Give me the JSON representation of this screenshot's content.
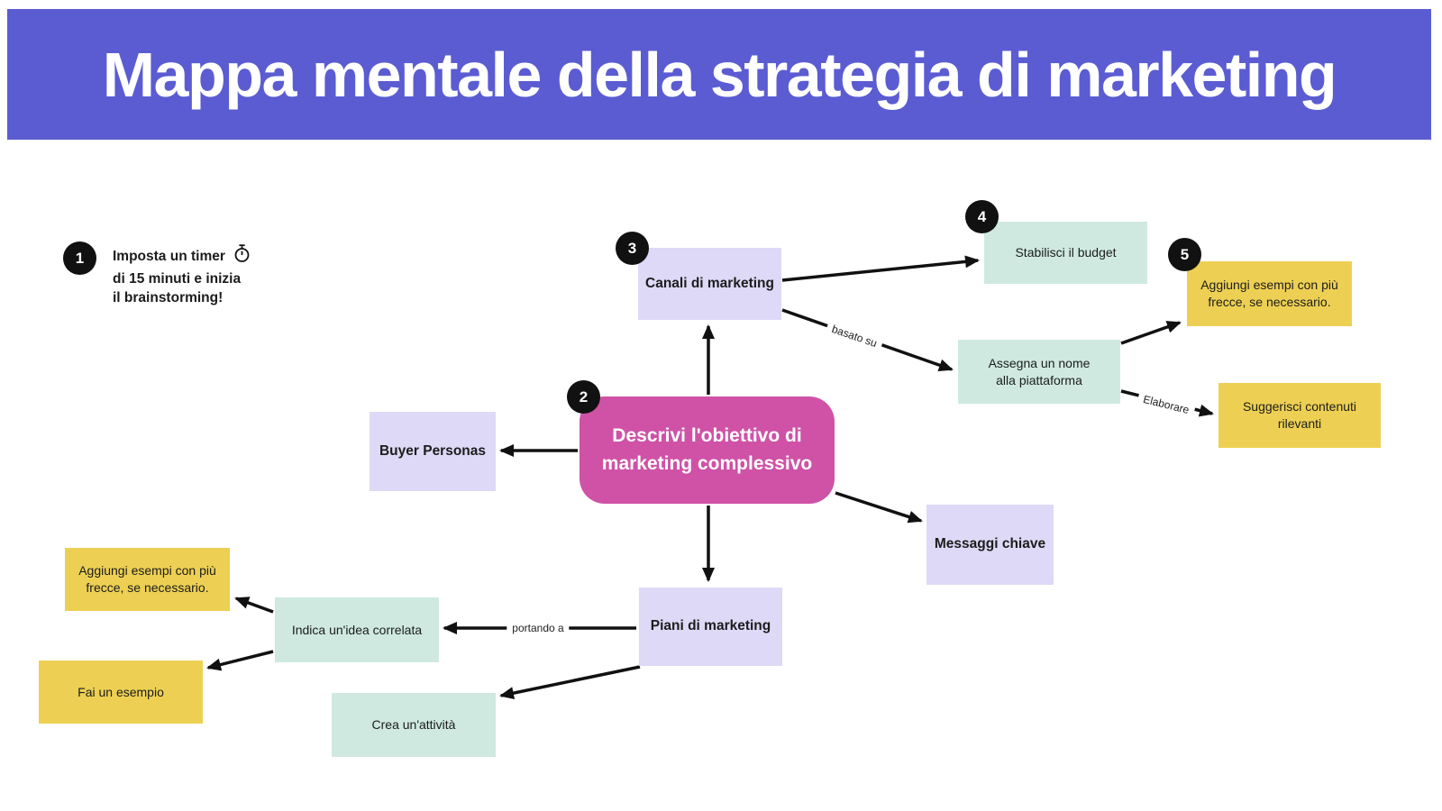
{
  "header": {
    "title": "Mappa mentale della strategia di marketing"
  },
  "colors": {
    "banner_purple": "#5b5cd2",
    "node_pink": "#cf52a7",
    "node_lavender": "#ded9f6",
    "node_mint": "#cfe9e1",
    "node_yellow": "#edd053",
    "ink_black": "#111111"
  },
  "instruction": {
    "badge": "1",
    "line1": "Imposta un timer",
    "line2": "di 15 minuti e inizia",
    "line3": "il brainstorming!",
    "icon": "stopwatch-icon"
  },
  "badges": {
    "step1": "1",
    "step2": "2",
    "step3": "3",
    "step4": "4",
    "step5": "5"
  },
  "nodes": {
    "center": {
      "label": "Descrivi l'obiettivo di marketing complessivo"
    },
    "canali": {
      "label": "Canali di marketing"
    },
    "budget": {
      "label": "Stabilisci il budget"
    },
    "esempi_right": {
      "label": "Aggiungi esempi con più frecce, se necessario."
    },
    "assegna": {
      "label": "Assegna un nome alla piattaforma"
    },
    "suggerisci": {
      "label": "Suggerisci contenuti rilevanti"
    },
    "buyer": {
      "label": "Buyer Personas"
    },
    "messaggi": {
      "label": "Messaggi chiave"
    },
    "piani": {
      "label": "Piani di marketing"
    },
    "indica": {
      "label": "Indica un'idea correlata"
    },
    "esempi_left": {
      "label": "Aggiungi esempi con più frecce, se necessario."
    },
    "fai": {
      "label": "Fai un esempio"
    },
    "crea": {
      "label": "Crea un'attività"
    }
  },
  "edge_labels": {
    "basato": "basato su",
    "elaborare": "Elaborare",
    "portando": "portando a"
  }
}
